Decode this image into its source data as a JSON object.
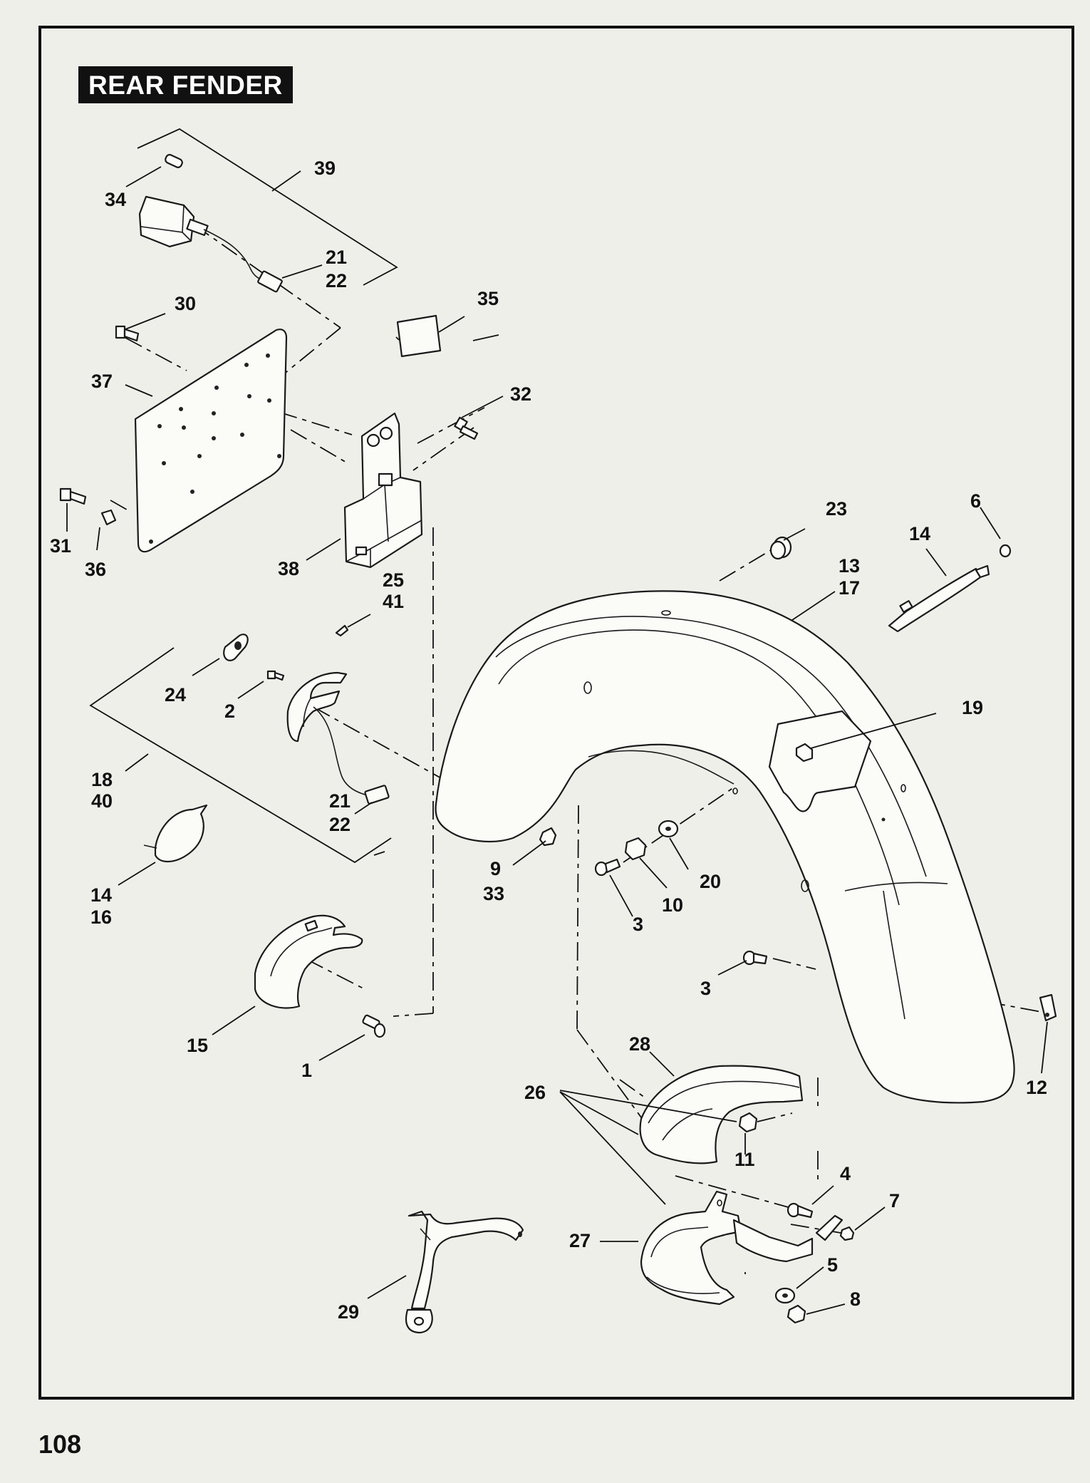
{
  "page": {
    "title": "REAR FENDER",
    "page_number": "108"
  },
  "callouts": [
    {
      "id": "c39",
      "text": "39"
    },
    {
      "id": "c34",
      "text": "34"
    },
    {
      "id": "c21a",
      "text": "21"
    },
    {
      "id": "c22a",
      "text": "22"
    },
    {
      "id": "c30",
      "text": "30"
    },
    {
      "id": "c35",
      "text": "35"
    },
    {
      "id": "c37",
      "text": "37"
    },
    {
      "id": "c32",
      "text": "32"
    },
    {
      "id": "c31",
      "text": "31"
    },
    {
      "id": "c36",
      "text": "36"
    },
    {
      "id": "c38",
      "text": "38"
    },
    {
      "id": "c25",
      "text": "25"
    },
    {
      "id": "c41",
      "text": "41"
    },
    {
      "id": "c23",
      "text": "23"
    },
    {
      "id": "c6",
      "text": "6"
    },
    {
      "id": "c14a",
      "text": "14"
    },
    {
      "id": "c13",
      "text": "13"
    },
    {
      "id": "c17",
      "text": "17"
    },
    {
      "id": "c24",
      "text": "24"
    },
    {
      "id": "c2",
      "text": "2"
    },
    {
      "id": "c19",
      "text": "19"
    },
    {
      "id": "c18",
      "text": "18"
    },
    {
      "id": "c40",
      "text": "40"
    },
    {
      "id": "c21b",
      "text": "21"
    },
    {
      "id": "c22b",
      "text": "22"
    },
    {
      "id": "c9",
      "text": "9"
    },
    {
      "id": "c33",
      "text": "33"
    },
    {
      "id": "c20",
      "text": "20"
    },
    {
      "id": "c10",
      "text": "10"
    },
    {
      "id": "c3a",
      "text": "3"
    },
    {
      "id": "c14b",
      "text": "14"
    },
    {
      "id": "c16",
      "text": "16"
    },
    {
      "id": "c3b",
      "text": "3"
    },
    {
      "id": "c15",
      "text": "15"
    },
    {
      "id": "c1",
      "text": "1"
    },
    {
      "id": "c28",
      "text": "28"
    },
    {
      "id": "c26",
      "text": "26"
    },
    {
      "id": "c12",
      "text": "12"
    },
    {
      "id": "c11",
      "text": "11"
    },
    {
      "id": "c4",
      "text": "4"
    },
    {
      "id": "c7",
      "text": "7"
    },
    {
      "id": "c27",
      "text": "27"
    },
    {
      "id": "c5",
      "text": "5"
    },
    {
      "id": "c8",
      "text": "8"
    },
    {
      "id": "c29",
      "text": "29"
    }
  ]
}
